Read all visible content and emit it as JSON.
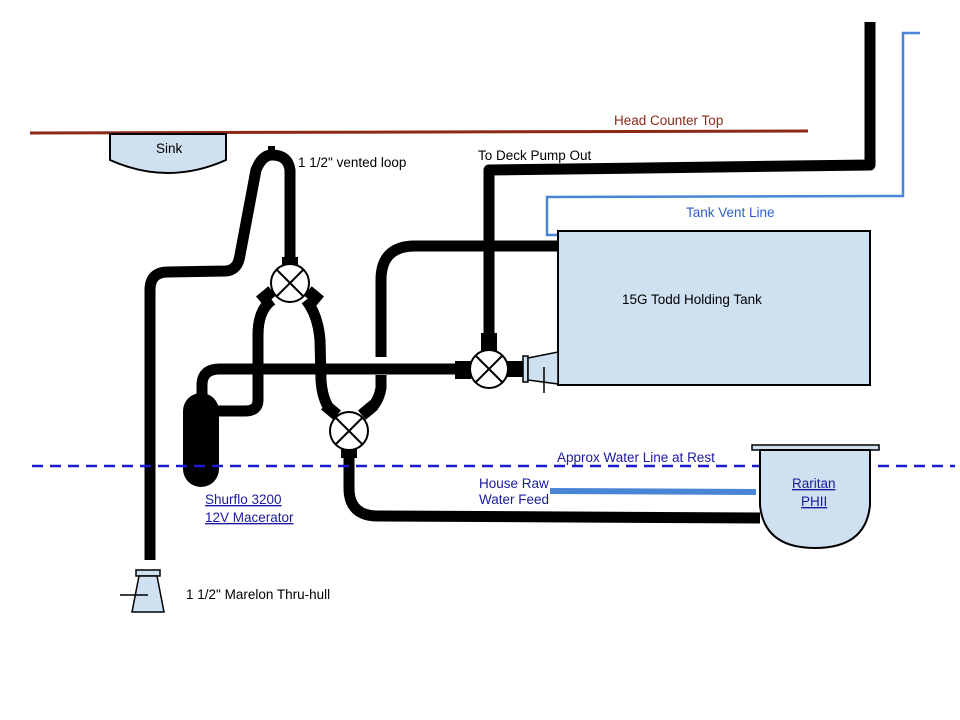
{
  "title": "Marine Head Plumbing Diagram",
  "labels": {
    "counter_top": "Head Counter Top",
    "sink": "Sink",
    "vented_loop": "1 1/2\" vented loop",
    "deck_pump_out": "To Deck Pump Out",
    "tank_vent": "Tank Vent Line",
    "holding_tank": "15G Todd Holding Tank",
    "water_line": "Approx Water Line at Rest",
    "raw_water_1": "House Raw",
    "raw_water_2": "Water Feed",
    "toilet_1": "Raritan",
    "toilet_2": "PHII",
    "macerator_1": "Shurflo 3200",
    "macerator_2": "12V Macerator",
    "thru_hull": "1 1/2\" Marelon Thru-hull"
  },
  "colors": {
    "counter_top": "#8b2a1a",
    "vent_line": "#4a86d8",
    "water_line": "#1a1ad0",
    "link_text": "#1a1aa0",
    "tank_fill": "#cfe0f1",
    "raw_water": "#4a86d8"
  }
}
